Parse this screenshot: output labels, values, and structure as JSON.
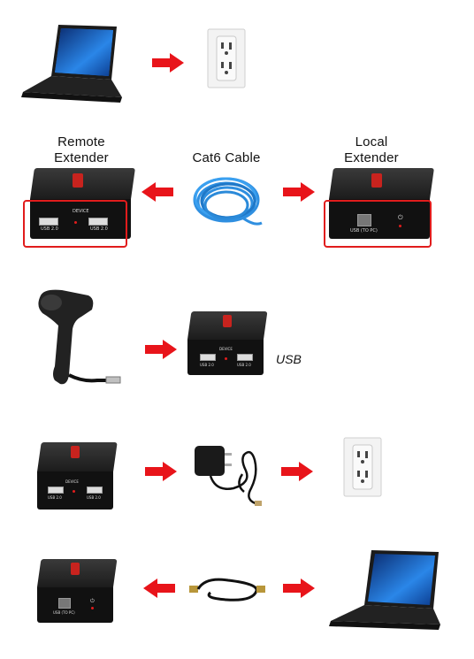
{
  "remote_extender": {
    "label_line1": "Remote",
    "label_line2": "Extender"
  },
  "local_extender": {
    "label_line1": "Local",
    "label_line2": "Extender"
  },
  "cable": {
    "label": "Cat6 Cable"
  },
  "device_connection": {
    "label": "USB"
  },
  "extender_front": {
    "device_text": "DEVICE",
    "port_left": "USB 2.0",
    "port_right": "USB 2.0",
    "port_pc": "USB (TO PC)",
    "power_symbol": "⏻"
  },
  "colors": {
    "arrow": "#e8141a",
    "highlight_box": "#e11c1c",
    "device_body": "#151515",
    "cable": "#2f8fe0"
  }
}
